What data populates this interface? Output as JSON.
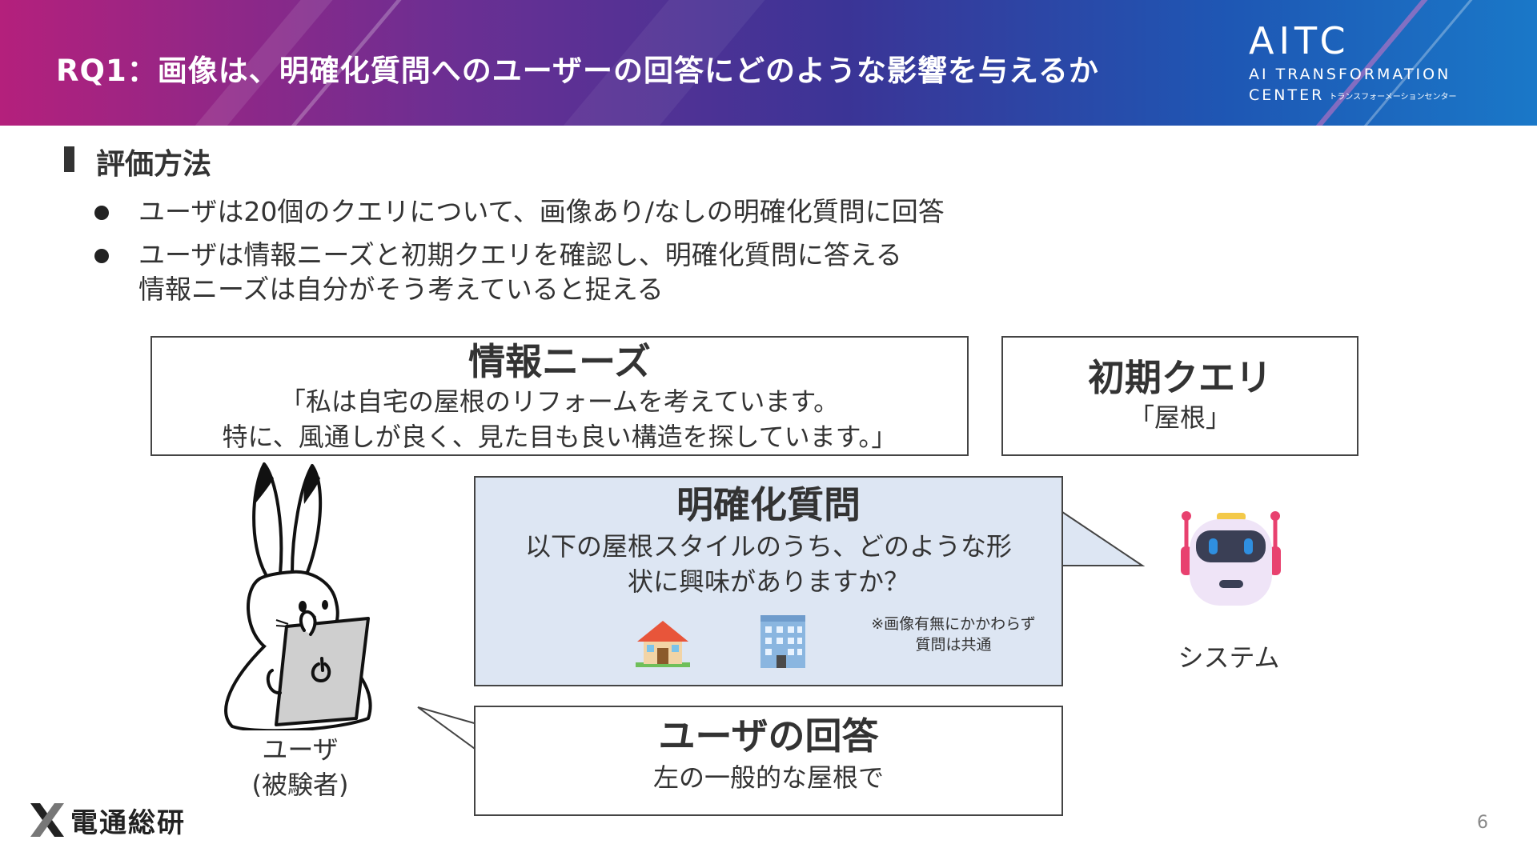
{
  "header": {
    "title": "RQ1：画像は、明確化質問へのユーザーの回答にどのような影響を与えるか",
    "logo": {
      "main": "AITC",
      "line1": "AI TRANSFORMATION",
      "line2": "CENTER",
      "line2_kana": "トランスフォーメーションセンター"
    }
  },
  "section": {
    "title": "評価方法",
    "bullets": [
      "ユーザは20個のクエリについて、画像あり/なしの明確化質問に回答",
      "ユーザは情報ニーズと初期クエリを確認し、明確化質問に答える",
      "情報ニーズは自分がそう考えていると捉える"
    ]
  },
  "info_needs": {
    "title": "情報ニーズ",
    "line1": "「私は自宅の屋根のリフォームを考えています。",
    "line2": "特に、風通しが良く、見た目も良い構造を探しています。」"
  },
  "initial_query": {
    "title": "初期クエリ",
    "value": "「屋根」"
  },
  "clarifying_question": {
    "title": "明確化質問",
    "line1": "以下の屋根スタイルのうち、どのような形",
    "line2": "状に興味がありますか？",
    "note_line1": "※画像有無にかかわらず",
    "note_line2": "質問は共通",
    "image_icons": [
      "house-icon",
      "office-building-icon"
    ]
  },
  "user_answer": {
    "title": "ユーザの回答",
    "value": "左の一般的な屋根で"
  },
  "user": {
    "label_line1": "ユーザ",
    "label_line2": "(被験者)",
    "icon": "rabbit-with-tablet-illustration"
  },
  "system": {
    "label": "システム",
    "icon": "robot-icon"
  },
  "footer": {
    "brand": "電通総研",
    "page": "6"
  },
  "colors": {
    "header_start": "#b4207c",
    "header_end": "#1a78c8",
    "clarifying_bg": "#dde6f3",
    "robot_accent": "#e8416f",
    "robot_eye": "#2f8fe0"
  }
}
